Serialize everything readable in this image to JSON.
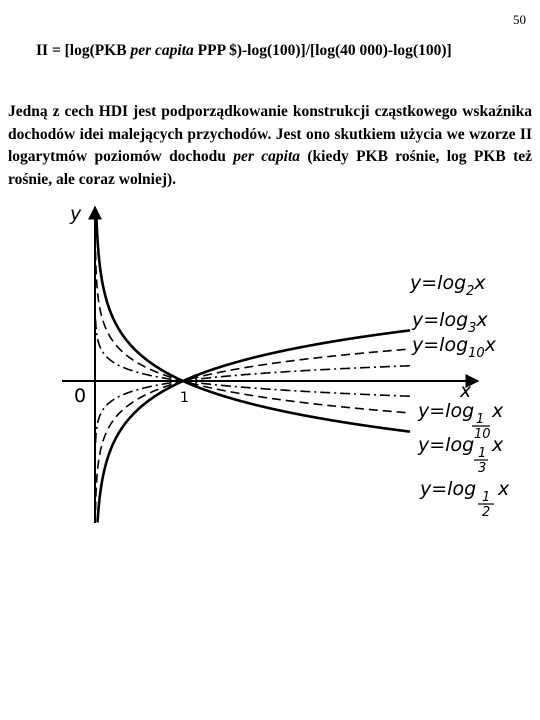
{
  "page_number": "50",
  "formula": {
    "prefix": "II = [log(PKB ",
    "italic": "per capita",
    "suffix": " PPP $)-log(100)]/[log(40 000)-log(100)]"
  },
  "paragraph": {
    "part1": "Jedną z cech HDI jest podporządkowanie konstrukcji cząstkowego wskaźnika dochodów idei malejących przychodów. Jest ono skutkiem użycia we wzorze II logarytmów poziomów dochodu ",
    "italic": "per capita",
    "part2": " (kiedy PKB rośnie, log PKB też rośnie, ale coraz wolniej)."
  },
  "figure": {
    "axis_y_label": "y",
    "axis_x_label": "x",
    "origin_label": "0",
    "one_label": "1",
    "curves": [
      {
        "eq": "y=log",
        "base": "2",
        "var": "x",
        "style": "solid"
      },
      {
        "eq": "y=log",
        "base": "3",
        "var": "x",
        "style": "dashed"
      },
      {
        "eq": "y=log",
        "base": "10",
        "var": "x",
        "style": "dashdot"
      },
      {
        "eq": "y=log",
        "base_num": "1",
        "base_den": "10",
        "var": "x",
        "style": "dashdot"
      },
      {
        "eq": "y=log",
        "base_num": "1",
        "base_den": "3",
        "var": "x",
        "style": "dashed"
      },
      {
        "eq": "y=log",
        "base_num": "1",
        "base_den": "2",
        "var": "x",
        "style": "solid"
      }
    ]
  }
}
